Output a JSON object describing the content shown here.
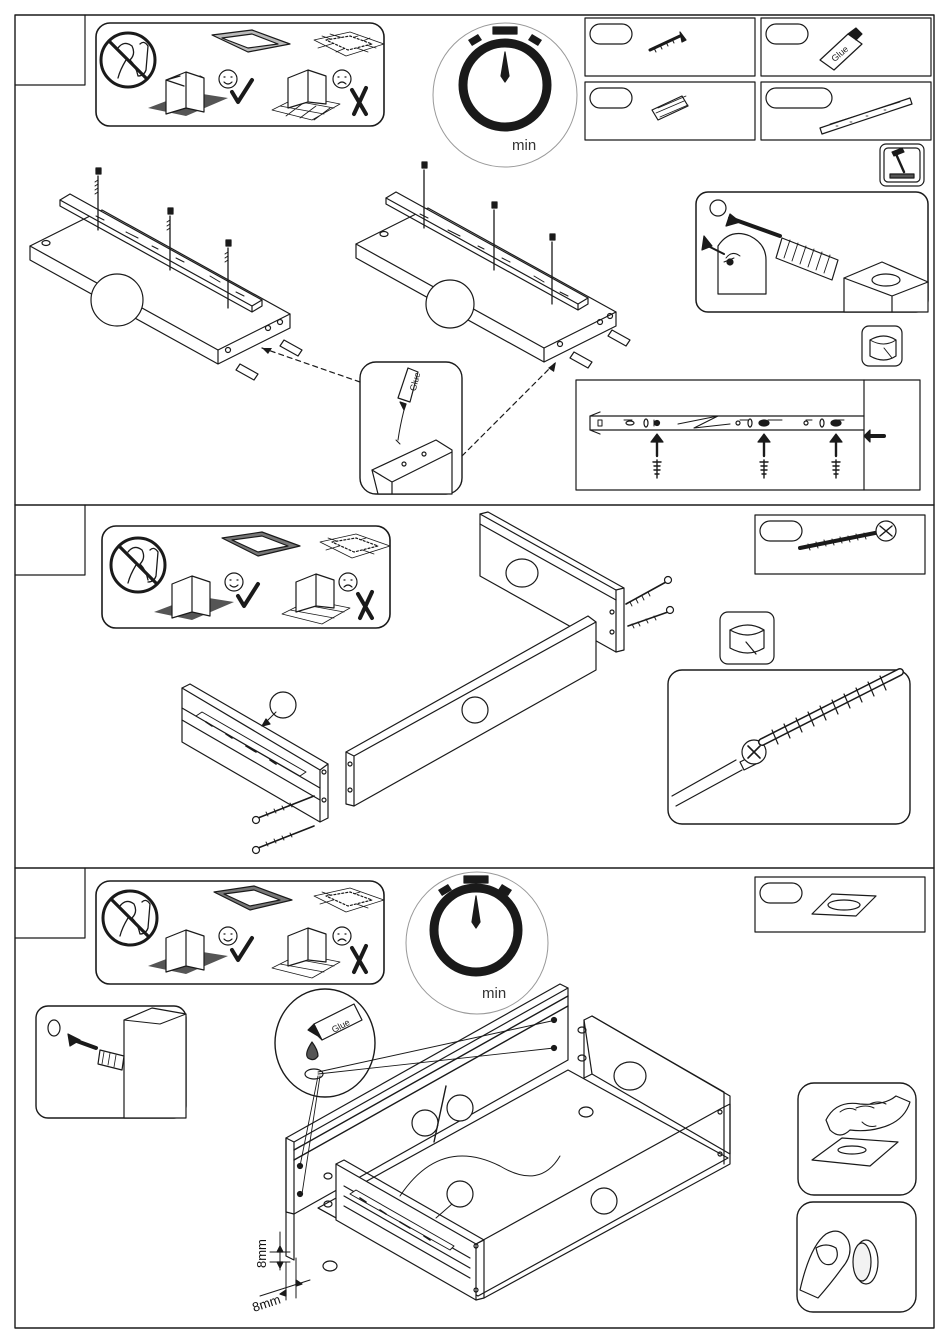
{
  "steps": [
    {
      "timer_label": "min",
      "glue_label": "Glue"
    },
    {
      "timer_label": "min",
      "glue_label": "Glue",
      "dim_vertical": "8mm",
      "dim_horizontal": "8mm"
    }
  ],
  "icons": {
    "no_toddler": "no-small-children-icon",
    "soft_surface_ok": "happy-face-icon",
    "hard_surface_bad": "sad-face-icon",
    "screw": "screw-icon",
    "glue": "glue-tube-icon",
    "dowel": "wooden-dowel-icon",
    "rail": "drawer-runner-icon",
    "hammer": "hammer-icon",
    "tape": "tape-roll-icon",
    "felt_pad": "felt-pad-icon"
  },
  "colors": {
    "line": "#1a1a1a",
    "panel": "#ffffff",
    "light_fill": "#f2f2f2",
    "dark_fill": "#555555"
  }
}
